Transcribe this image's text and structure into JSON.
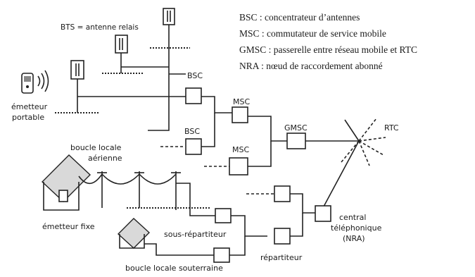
{
  "legend": [
    "BSC : concentrateur d’antennes",
    "MSC : commutateur de service mobile",
    "GMSC : passerelle entre réseau mobile et RTC",
    "NRA : nœud de raccordement abonné"
  ],
  "labels": {
    "bts": "BTS = antenne relais",
    "emetteur_portable_1": "émetteur",
    "emetteur_portable_2": "portable",
    "bsc_top": "BSC",
    "bsc_bottom": "BSC",
    "msc_top": "MSC",
    "msc_bottom": "MSC",
    "gmsc": "GMSC",
    "rtc": "RTC",
    "boucle_aerienne_1": "boucle locale",
    "boucle_aerienne_2": "aérienne",
    "emetteur_fixe": "émetteur fixe",
    "sous_repartiteur": "sous-répartiteur",
    "repartiteur": "répartiteur",
    "central_1": "central",
    "central_2": "téléphonique",
    "central_3": "(NRA)",
    "boucle_souterraine": "boucle locale souterraine"
  }
}
